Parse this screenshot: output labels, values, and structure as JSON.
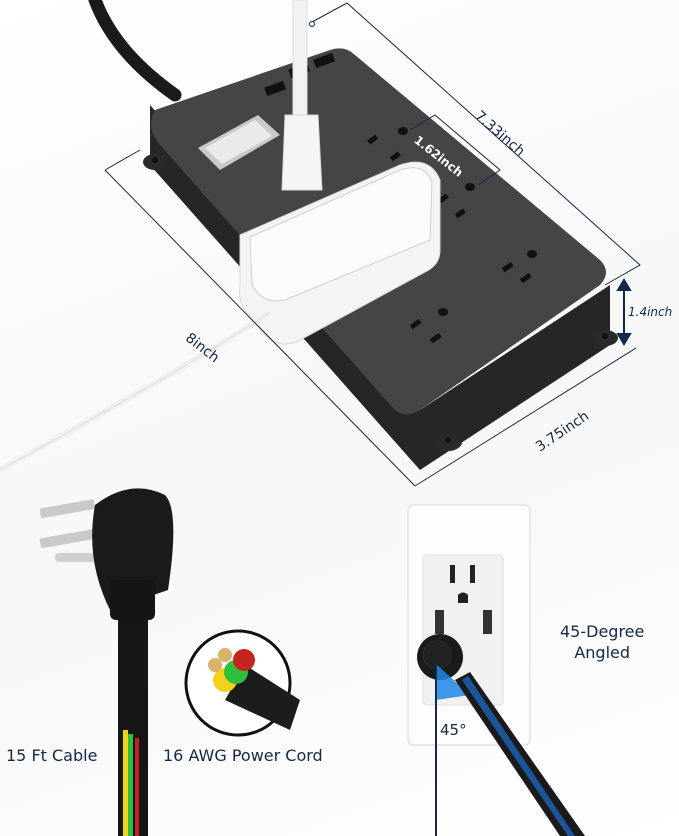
{
  "product": {
    "dimensions": {
      "length": "7.33inch",
      "outlet_spacing": "1.62inch",
      "cord_to_adapter": "8inch",
      "width": "3.75inch",
      "height": "1.4inch"
    },
    "features": {
      "cable_length": "15 Ft Cable",
      "wire_gauge": "16 AWG Power Cord",
      "plug_angle_title": "45-Degree",
      "plug_angle_sub": "Angled",
      "angle_marker": "45°"
    }
  },
  "colors": {
    "label_text": "#13294b",
    "strip_body": "#3a3a3a",
    "adapter": "#f4f4f4",
    "angle_highlight": "#1e88e5",
    "wire_yellow": "#f2d21b",
    "wire_green": "#2fbf3f",
    "wire_red": "#c6241f"
  }
}
